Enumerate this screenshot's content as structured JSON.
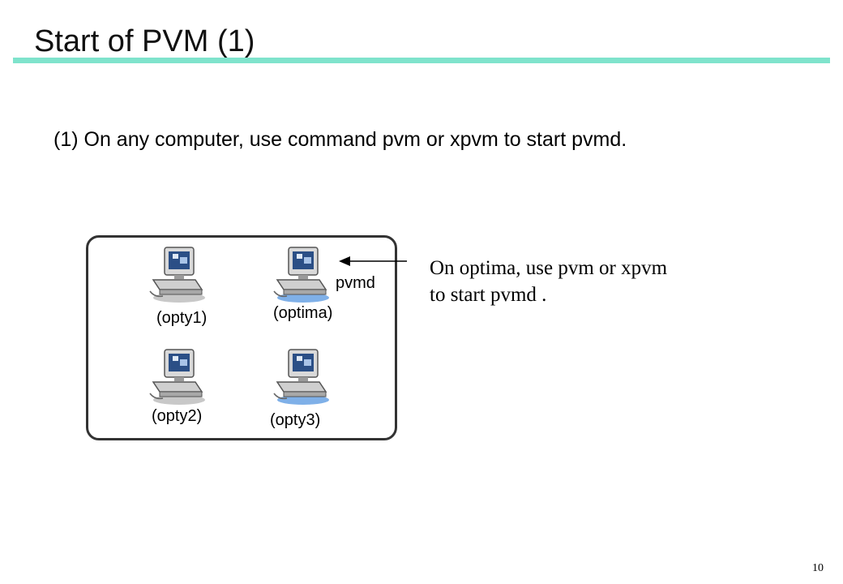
{
  "slide": {
    "title": "Start of PVM (1)",
    "subtitle": "(1) On any computer, use command pvm or xpvm to start pvmd.",
    "page_number": "10",
    "accent_color": "#7fe3cc"
  },
  "cluster": {
    "hosts": [
      {
        "label": "(opty1)",
        "icon": "computer-icon"
      },
      {
        "label": "(optima)",
        "icon": "computer-icon"
      },
      {
        "label": "(opty2)",
        "icon": "computer-icon"
      },
      {
        "label": "(opty3)",
        "icon": "computer-icon"
      }
    ],
    "daemon_label": "pvmd"
  },
  "note": {
    "line1": "On optima, use pvm or xpvm",
    "line2": "to start pvmd ."
  }
}
